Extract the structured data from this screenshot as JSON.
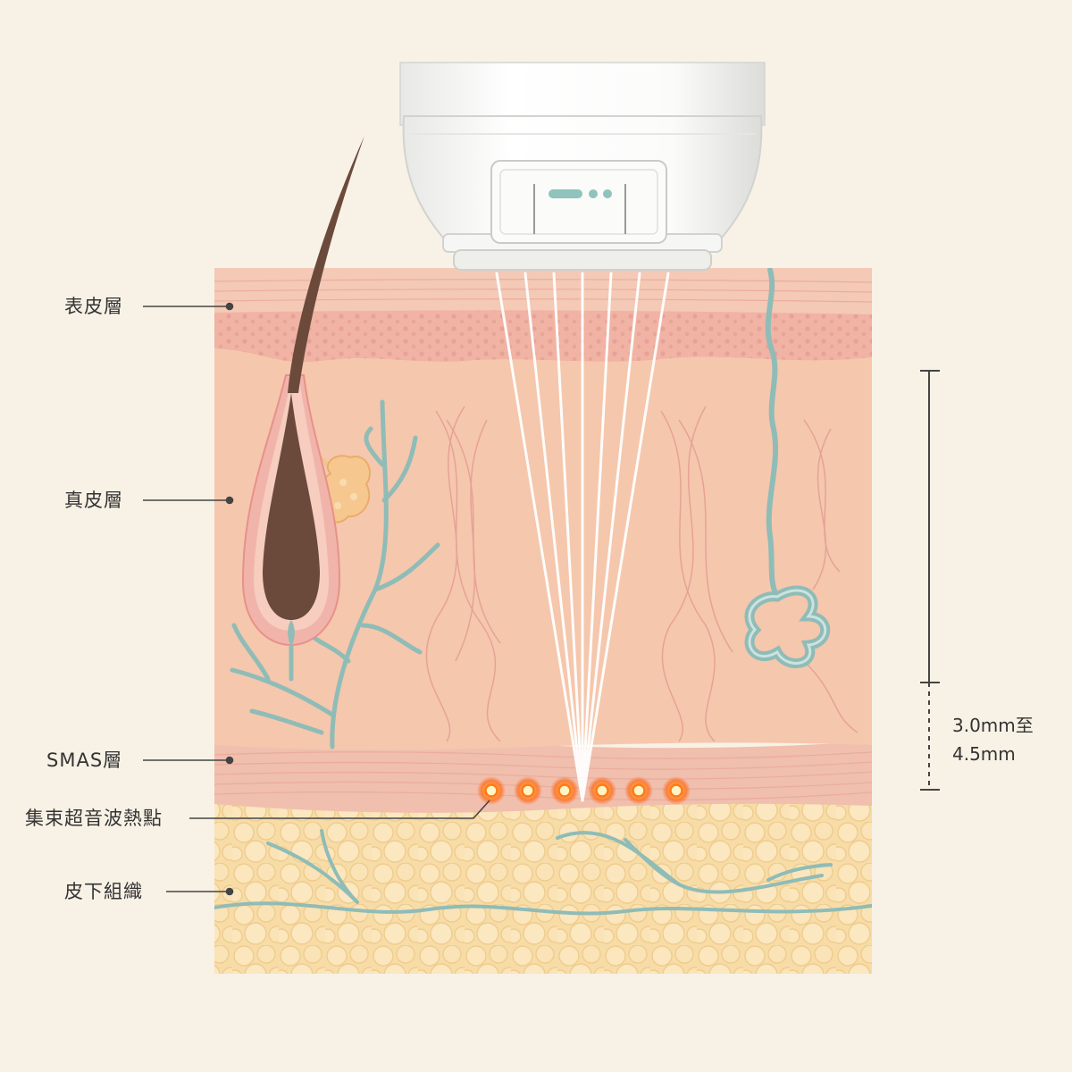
{
  "labels": {
    "epidermis": "表皮層",
    "dermis": "真皮層",
    "smas": "SMAS層",
    "focal_points": "集束超音波熱點",
    "subcutaneous": "皮下組織"
  },
  "depth": {
    "line1": "3.0mm至",
    "line2": "4.5mm"
  },
  "colors": {
    "background": "#f8f2e6",
    "epidermis": "#f4c9b6",
    "dermis": "#f5c7ad",
    "smas": "#f0bfae",
    "fat": "#f7dca7",
    "nerve": "#8fbcb7",
    "hair": "#6b4a3c",
    "focal": "#ff7a1a",
    "leader": "#444444"
  },
  "icons": [
    "ultrasound-probe-icon",
    "hair-follicle-icon",
    "sweat-gland-icon",
    "sebaceous-gland-icon"
  ]
}
